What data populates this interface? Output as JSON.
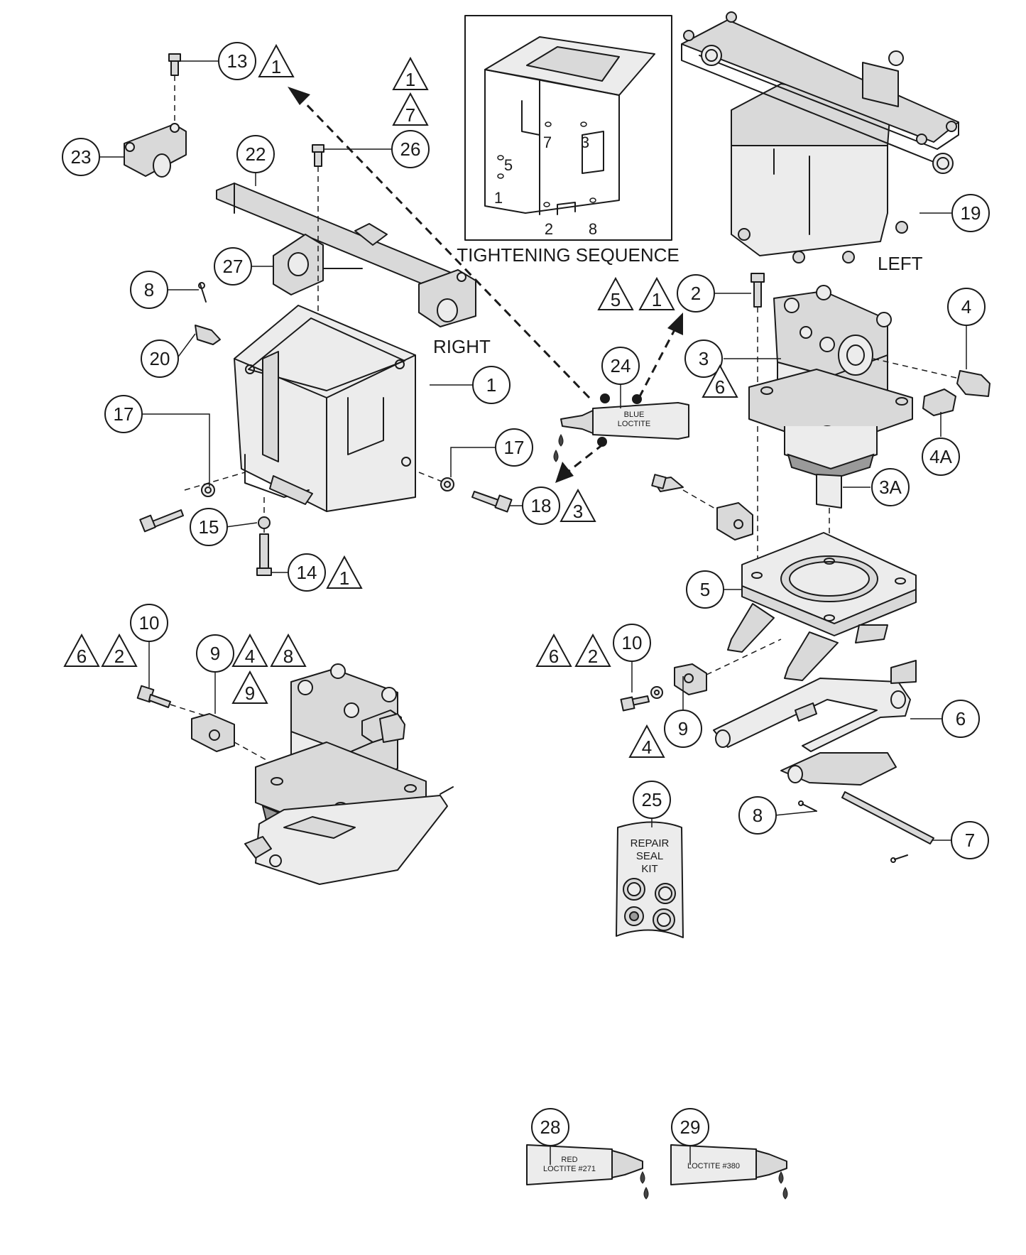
{
  "labels": {
    "right": "RIGHT",
    "left": "LEFT",
    "tightening_sequence": "TIGHTENING SEQUENCE"
  },
  "tightening_sequence_numbers": [
    "1",
    "2",
    "3",
    "5",
    "7",
    "8"
  ],
  "tubes": {
    "blue_loctite_line1": "BLUE",
    "blue_loctite_line2": "LOCTITE",
    "red_loctite_line1": "RED",
    "red_loctite_line2": "LOCTITE #271",
    "loctite_380": "LOCTITE #380"
  },
  "repair_seal_kit": [
    "REPAIR",
    "SEAL",
    "KIT"
  ],
  "callouts": [
    {
      "id": "c13",
      "text": "13"
    },
    {
      "id": "c23",
      "text": "23"
    },
    {
      "id": "c22",
      "text": "22"
    },
    {
      "id": "c26",
      "text": "26"
    },
    {
      "id": "c27",
      "text": "27"
    },
    {
      "id": "c8a",
      "text": "8"
    },
    {
      "id": "c20",
      "text": "20"
    },
    {
      "id": "c1",
      "text": "1"
    },
    {
      "id": "c17a",
      "text": "17"
    },
    {
      "id": "c17b",
      "text": "17"
    },
    {
      "id": "c15",
      "text": "15"
    },
    {
      "id": "c14",
      "text": "14"
    },
    {
      "id": "c18",
      "text": "18"
    },
    {
      "id": "c24",
      "text": "24"
    },
    {
      "id": "c2",
      "text": "2"
    },
    {
      "id": "c3",
      "text": "3"
    },
    {
      "id": "c4",
      "text": "4"
    },
    {
      "id": "c4a",
      "text": "4A"
    },
    {
      "id": "c3a",
      "text": "3A"
    },
    {
      "id": "c19",
      "text": "19"
    },
    {
      "id": "c5",
      "text": "5"
    },
    {
      "id": "c10a",
      "text": "10"
    },
    {
      "id": "c9a",
      "text": "9"
    },
    {
      "id": "c10b",
      "text": "10"
    },
    {
      "id": "c9b",
      "text": "9"
    },
    {
      "id": "c6",
      "text": "6"
    },
    {
      "id": "c25",
      "text": "25"
    },
    {
      "id": "c8b",
      "text": "8"
    },
    {
      "id": "c7",
      "text": "7"
    },
    {
      "id": "c28",
      "text": "28"
    },
    {
      "id": "c29",
      "text": "29"
    }
  ],
  "notes": [
    {
      "id": "n1_top",
      "text": "1"
    },
    {
      "id": "n1_mid",
      "text": "1"
    },
    {
      "id": "n7_mid",
      "text": "7"
    },
    {
      "id": "n5_a",
      "text": "5"
    },
    {
      "id": "n1_b",
      "text": "1"
    },
    {
      "id": "n6_c3",
      "text": "6"
    },
    {
      "id": "n3_c18",
      "text": "3"
    },
    {
      "id": "n1_c14",
      "text": "1"
    },
    {
      "id": "n6_left",
      "text": "6"
    },
    {
      "id": "n2_left",
      "text": "2"
    },
    {
      "id": "n4_left",
      "text": "4"
    },
    {
      "id": "n8_left",
      "text": "8"
    },
    {
      "id": "n9_left",
      "text": "9"
    },
    {
      "id": "n6_right",
      "text": "6"
    },
    {
      "id": "n2_right",
      "text": "2"
    },
    {
      "id": "n4_right",
      "text": "4"
    }
  ]
}
